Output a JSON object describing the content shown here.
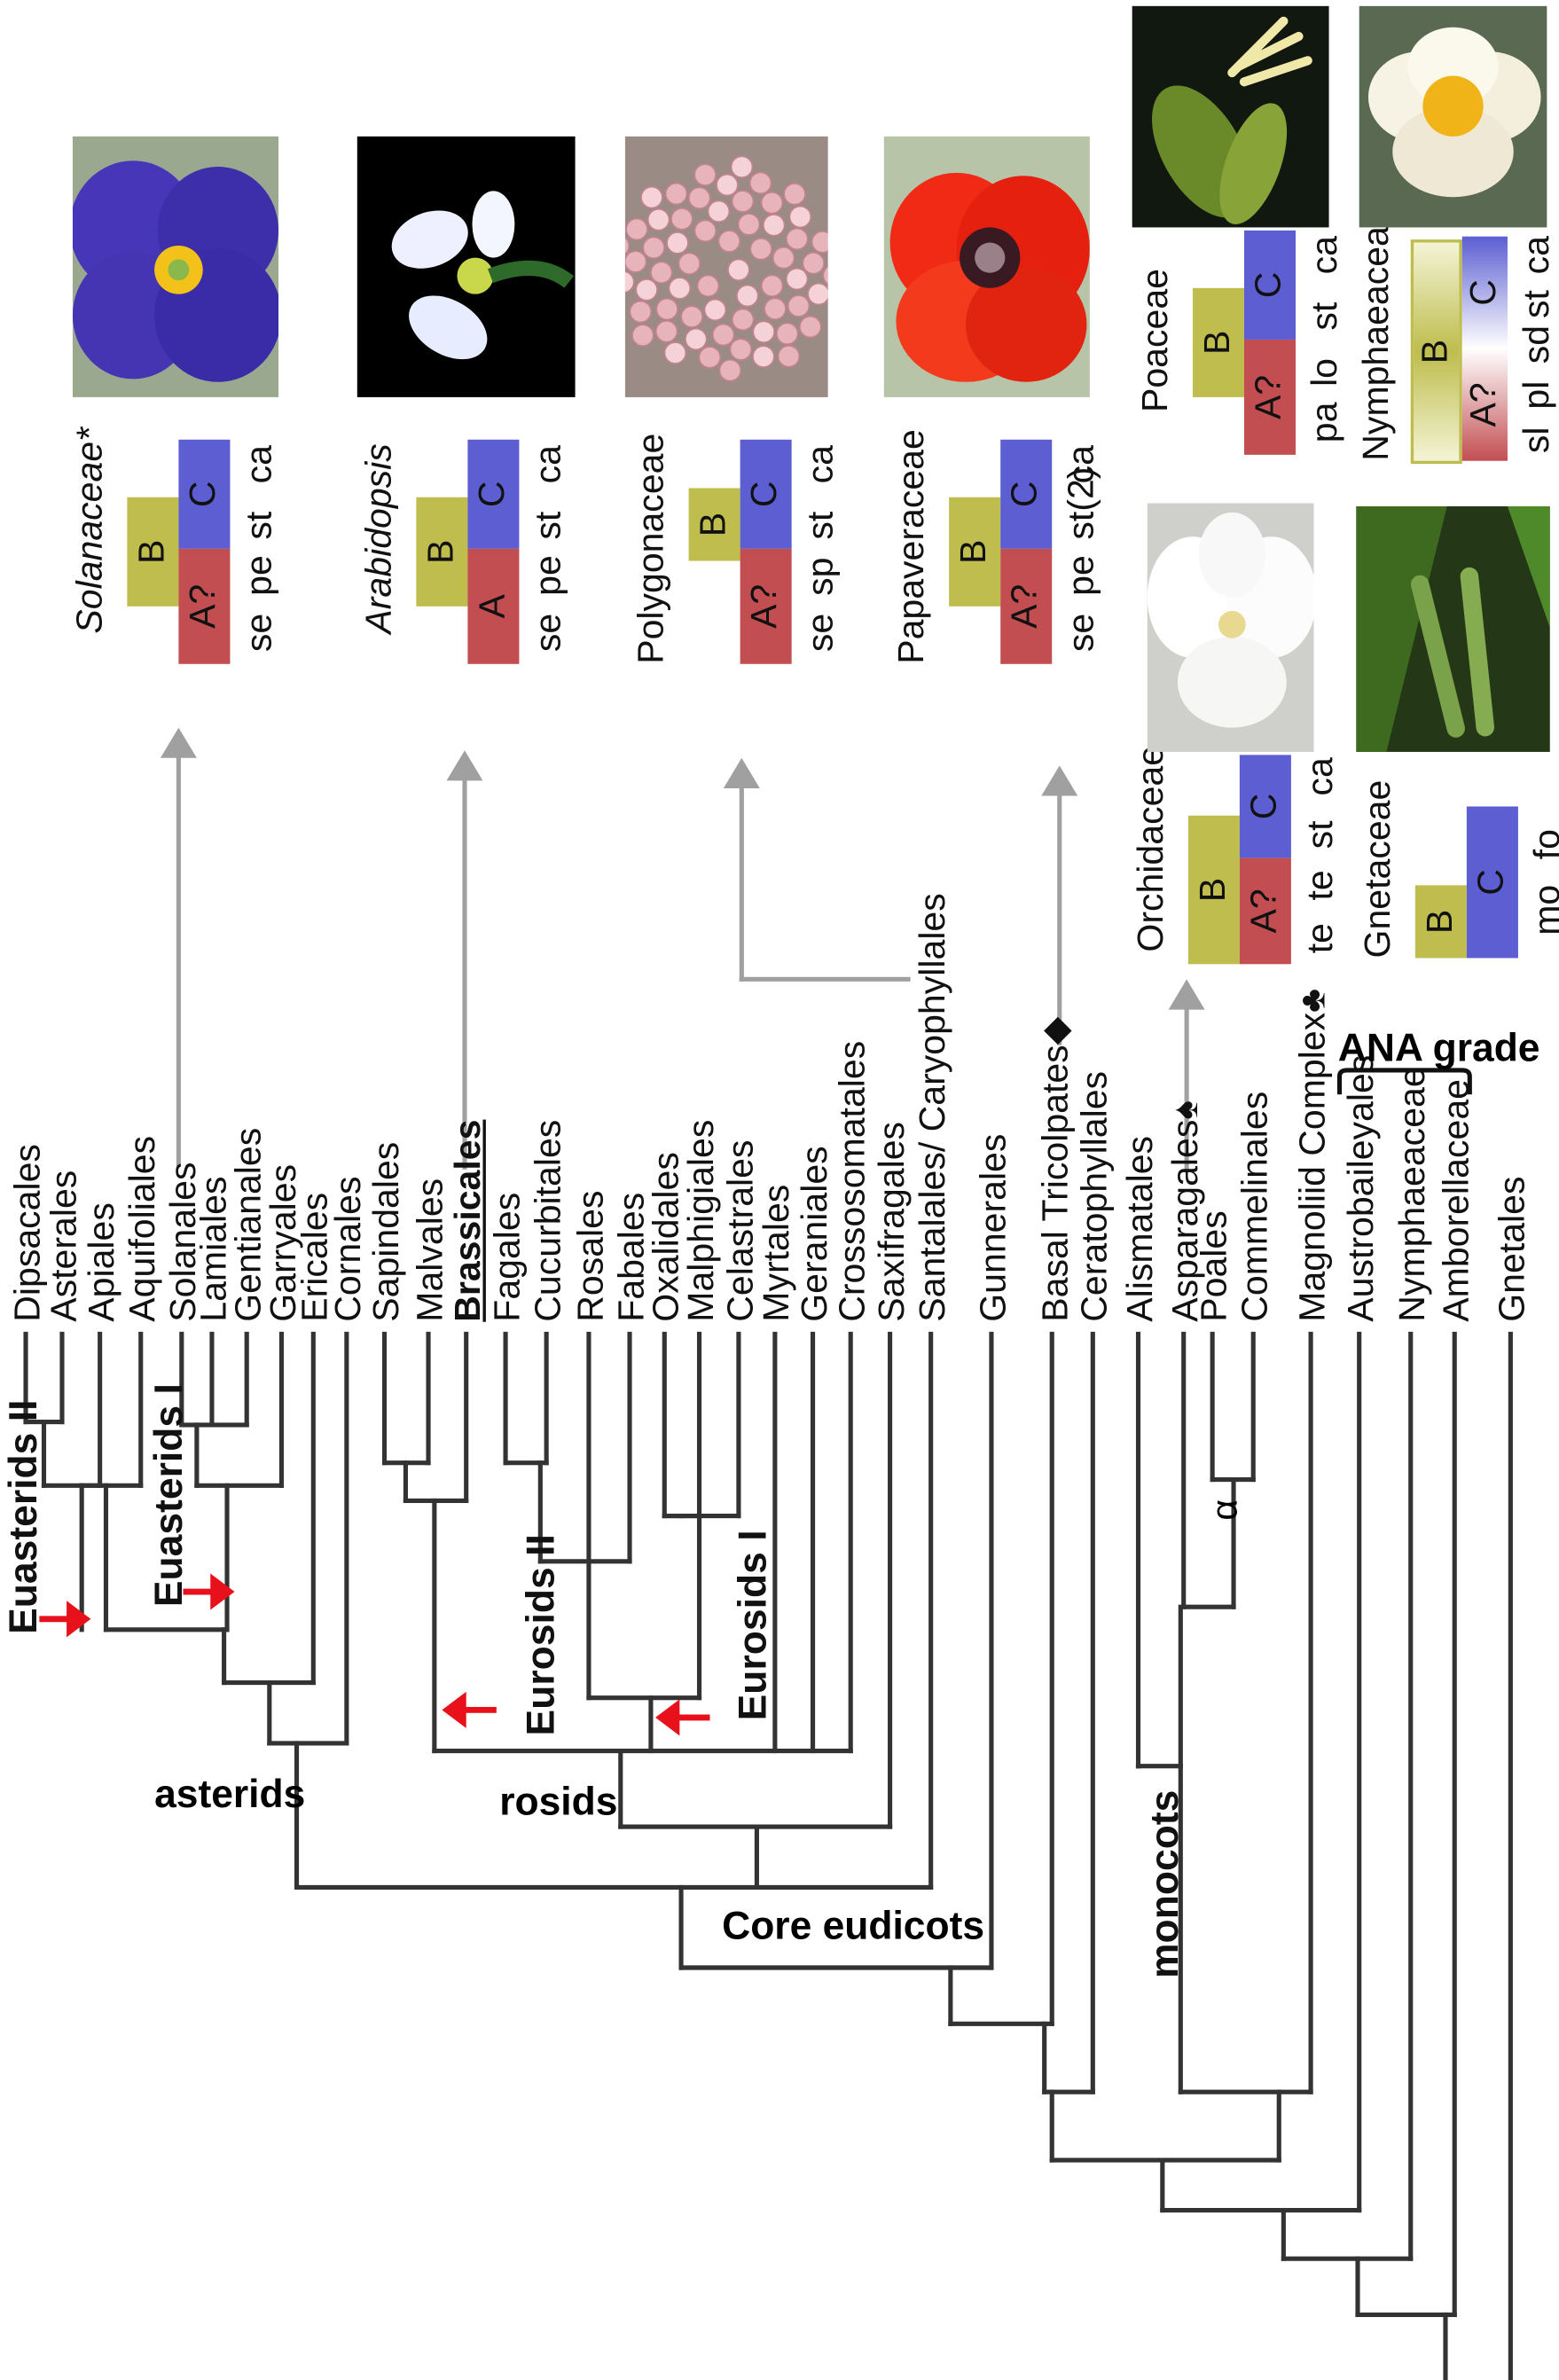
{
  "orders": [
    {
      "id": "dipsacales",
      "label": "Dipsacales"
    },
    {
      "id": "asterales",
      "label": "Asterales"
    },
    {
      "id": "apiales",
      "label": "Apiales"
    },
    {
      "id": "aquifoliales",
      "label": "Aquifoliales"
    },
    {
      "id": "solanales",
      "label": "Solanales"
    },
    {
      "id": "lamiales",
      "label": "Lamiales"
    },
    {
      "id": "gentianales",
      "label": "Gentianales"
    },
    {
      "id": "garryales",
      "label": "Garryales"
    },
    {
      "id": "ericales",
      "label": "Ericales"
    },
    {
      "id": "cornales",
      "label": "Cornales"
    },
    {
      "id": "sapindales",
      "label": "Sapindales"
    },
    {
      "id": "malvales",
      "label": "Malvales"
    },
    {
      "id": "brassicales",
      "label": "Brassicales"
    },
    {
      "id": "fagales",
      "label": "Fagales"
    },
    {
      "id": "cucurbitales",
      "label": "Cucurbitales"
    },
    {
      "id": "rosales",
      "label": "Rosales"
    },
    {
      "id": "fabales",
      "label": "Fabales"
    },
    {
      "id": "oxalidales",
      "label": "Oxalidales"
    },
    {
      "id": "malphigiales",
      "label": "Malphigiales"
    },
    {
      "id": "celastrales",
      "label": "Celastrales"
    },
    {
      "id": "myrtales",
      "label": "Myrtales"
    },
    {
      "id": "geraniales",
      "label": "Geraniales"
    },
    {
      "id": "crossosomatales",
      "label": "Crossosomatales"
    },
    {
      "id": "saxifragales",
      "label": "Saxifragales"
    },
    {
      "id": "santalales",
      "label": "Santalales/ Caryophyllales"
    },
    {
      "id": "gunnerales",
      "label": "Gunnerales"
    },
    {
      "id": "basal_tricolpates",
      "label": "Basal Tricolpates◆"
    },
    {
      "id": "ceratophyllales",
      "label": "Ceratophyllales"
    },
    {
      "id": "alismatales",
      "label": "Alismatales"
    },
    {
      "id": "asparagales",
      "label": "Asparagales♠"
    },
    {
      "id": "poales",
      "label": "Poales"
    },
    {
      "id": "commelinales",
      "label": "Commelinales"
    },
    {
      "id": "magnoliid",
      "label": "Magnoliid Complex♣"
    },
    {
      "id": "austrobaileyales",
      "label": "Austrobaileyales"
    },
    {
      "id": "nymphaeaceae",
      "label": "Nymphaeaceae"
    },
    {
      "id": "amborellaceae",
      "label": "Amborellaceae"
    },
    {
      "id": "gnetales",
      "label": "Gnetales"
    }
  ],
  "clades": {
    "euasterids_ii": "Euasterids II",
    "euasterids_i": "Euasterids I",
    "eurosids_ii": "Eurosids II",
    "eurosids_i": "Eurosids I",
    "asterids": "asterids",
    "rosids": "rosids",
    "core_eudicots": "Core eudicots",
    "monocots": "monocots",
    "alpha": "α",
    "ana_grade": "ANA grade"
  },
  "families": {
    "solanaceae": {
      "name": "Solanaceae*",
      "b": "B",
      "c": "C",
      "a": "A?",
      "organs": [
        "se",
        "pe",
        "st",
        "ca"
      ]
    },
    "arabidopsis": {
      "name": "Arabidopsis",
      "b": "B",
      "c": "C",
      "a": "A",
      "organs": [
        "se",
        "pe",
        "st",
        "ca"
      ]
    },
    "polygonaceae": {
      "name": "Polygonaceae",
      "b": "B",
      "c": "C",
      "a": "A?",
      "organs": [
        "se",
        "sp",
        "st",
        "ca"
      ]
    },
    "papaveraceae": {
      "name": "Papaveraceae",
      "b": "B",
      "c": "C",
      "a": "A?",
      "organs": [
        "se",
        "pe",
        "st(2)",
        "ca"
      ]
    },
    "poaceae": {
      "name": "Poaceae",
      "b": "B",
      "c": "C",
      "a": "A?",
      "organs": [
        "pa",
        "lo",
        "st",
        "ca"
      ]
    },
    "nymphaeaceae": {
      "name": "Nymphaeaceae",
      "b": "B",
      "c": "C",
      "a": "A?",
      "organs": [
        "sl",
        "pl",
        "sd",
        "st",
        "ca"
      ]
    },
    "orchidaceae": {
      "name": "Orchidaceae",
      "b": "B",
      "c": "C",
      "a": "A?",
      "organs": [
        "te",
        "te",
        "st",
        "ca"
      ]
    },
    "gnetaceae": {
      "name": "Gnetaceae",
      "b": "B",
      "c": "C",
      "organs": [
        "mo",
        "fo"
      ]
    }
  },
  "colors": {
    "tree": "#333333",
    "arrow": "#a0a0a0",
    "highlight_arrow": "#e8101b",
    "a_function": "#c24e52",
    "b_function": "#bebd4d",
    "c_function": "#5c5ed2"
  }
}
